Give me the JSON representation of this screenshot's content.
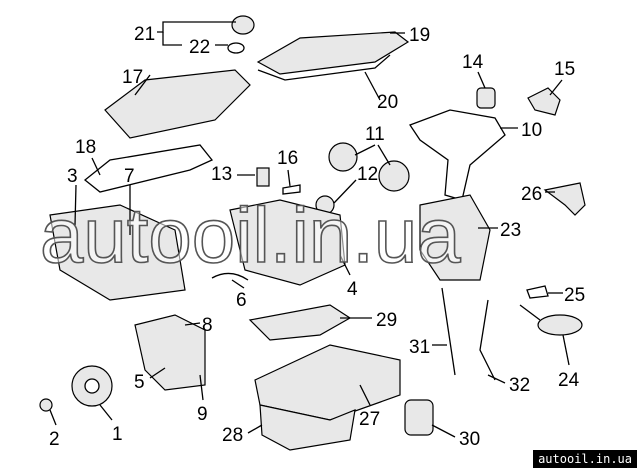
{
  "callouts": [
    "1",
    "2",
    "3",
    "4",
    "5",
    "6",
    "7",
    "8",
    "9",
    "10",
    "11",
    "12",
    "13",
    "14",
    "15",
    "16",
    "17",
    "18",
    "19",
    "20",
    "21",
    "22",
    "23",
    "24",
    "25",
    "26",
    "27",
    "28",
    "29",
    "30",
    "31",
    "32"
  ],
  "watermark": "autooil.in.ua",
  "site_badge": "autooil.in.ua"
}
